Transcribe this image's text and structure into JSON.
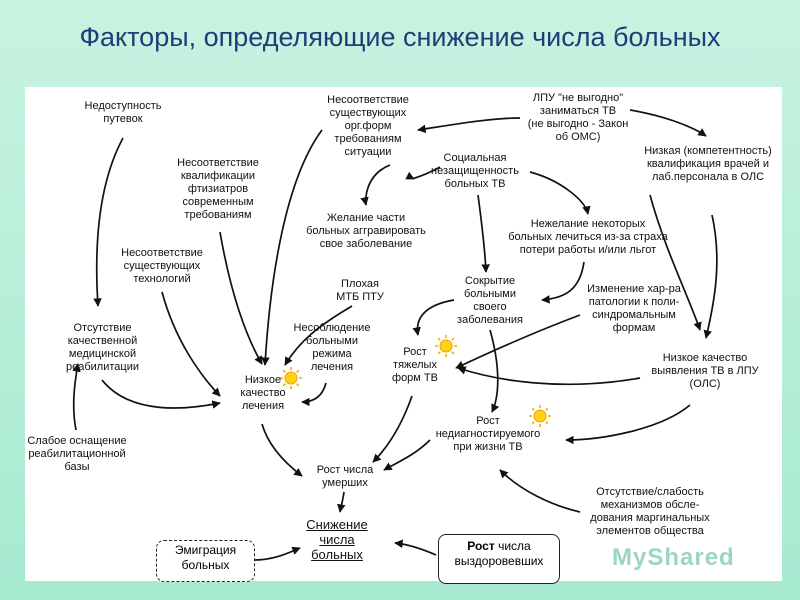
{
  "title": "Факторы, определяющие снижение числа больных",
  "nodes": {
    "nedostupnost": [
      "Недоступность",
      "путевок"
    ],
    "nesootv_kvalif": [
      "Несоответствие",
      "квалификации",
      "фтизиатров",
      "современным",
      "требованиям"
    ],
    "nesootv_tekhnol": [
      "Несоответствие",
      "существующих",
      "технологий"
    ],
    "otsutstvie_reabil": [
      "Отсутствие",
      "качественной",
      "медицинской",
      "реабилитации"
    ],
    "slaboe_osnashchenie": [
      "Слабое оснащение",
      "реабилитационной",
      "базы"
    ],
    "nesootv_orgform": [
      "Несоответствие",
      "существующих",
      "орг.форм",
      "требованиям",
      "ситуации"
    ],
    "lpu_nevygodno": [
      "ЛПУ \"не выгодно\"",
      "заниматься ТВ",
      "(не выгодно - Закон",
      "об ОМС)"
    ],
    "nizkaya_kvalif": [
      "Низкая (компетентность)",
      "квалификация врачей и",
      "лаб.персонала в ОЛС"
    ],
    "socialnaya": [
      "Социальная",
      "незащищенность",
      "больных ТВ"
    ],
    "zhelanie": [
      "Желание части",
      "больных аггравировать",
      "свое заболевание"
    ],
    "nezhelanie": [
      "Нежелание некоторых",
      "больных лечиться из-за страха",
      "потери работы и/или льгот"
    ],
    "plokhaya_mtb": [
      "Плохая",
      "МТБ ПТУ"
    ],
    "sokrytie": [
      "Сокрытие",
      "больными",
      "своего",
      "заболевания"
    ],
    "izmenenie": [
      "Изменение хар-ра",
      "патологии к поли-",
      "синдромальным",
      "формам"
    ],
    "nesobliudenie": [
      "Несоблюдение",
      "больными",
      "режима",
      "лечения"
    ],
    "nizkoe_lechenie": [
      "Низкое",
      "качество",
      "лечения"
    ],
    "rost_tyazhelykh": [
      "Рост",
      "тяжелых",
      "форм ТВ"
    ],
    "nizkoe_vyyavlenie": [
      "Низкое качество",
      "выявления ТВ в ЛПУ",
      "(ОЛС)"
    ],
    "rost_nediagn": [
      "Рост",
      "недиагностируемого",
      "при жизни ТВ"
    ],
    "rost_umershikh": [
      "Рост числа",
      "умерших"
    ],
    "otsutstvie_mekhanizmov": [
      "Отсутствие/слабость",
      "механизмов обсле-",
      "дования маргинальных",
      "элементов общества"
    ],
    "snizhenie": [
      "Снижение",
      "числа",
      "больных"
    ],
    "emigraciya": [
      "Эмиграция",
      "больных"
    ],
    "rost_vyzdorov": {
      "bold": "Рост",
      "rest": " числа",
      "line2": "выздоровевших"
    }
  },
  "watermark": "MyShared"
}
